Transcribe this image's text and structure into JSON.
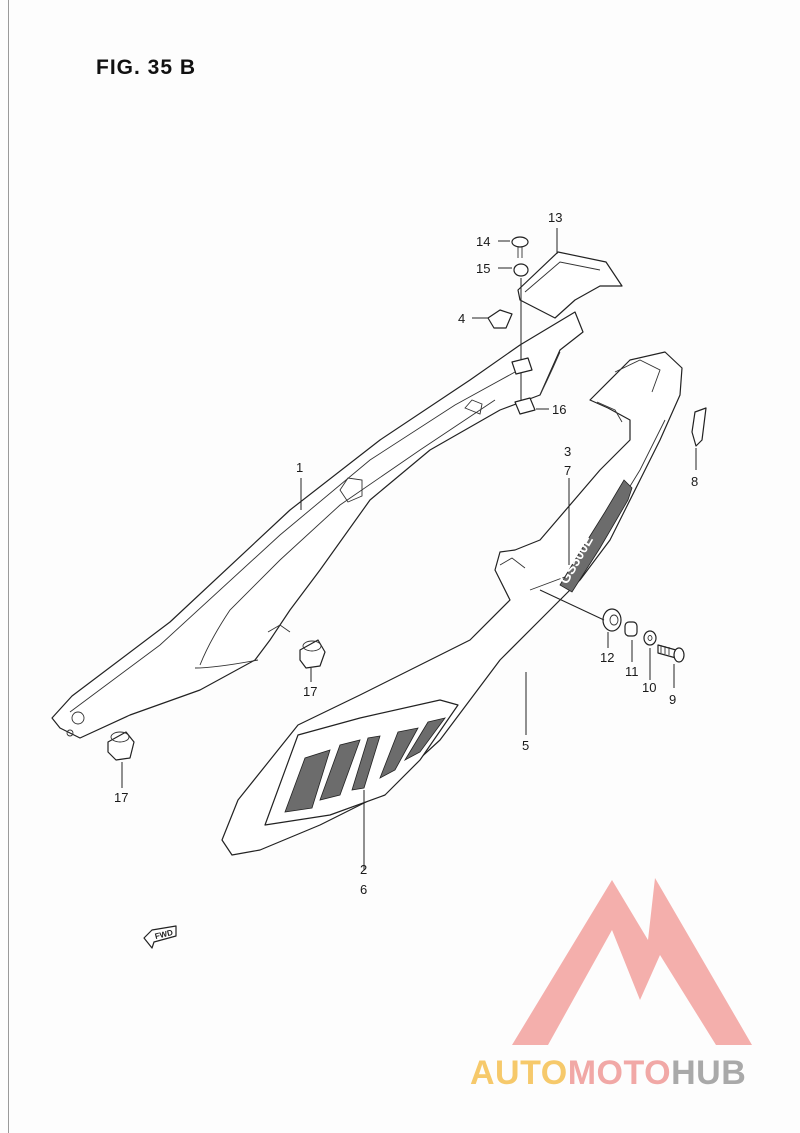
{
  "figure": {
    "title": "FIG. 35 B"
  },
  "callouts": [
    {
      "id": "c1",
      "label": "1"
    },
    {
      "id": "c2",
      "label": "2"
    },
    {
      "id": "c6",
      "label": "6"
    },
    {
      "id": "c3",
      "label": "3"
    },
    {
      "id": "c7",
      "label": "7"
    },
    {
      "id": "c4",
      "label": "4"
    },
    {
      "id": "c5",
      "label": "5"
    },
    {
      "id": "c8",
      "label": "8"
    },
    {
      "id": "c9",
      "label": "9"
    },
    {
      "id": "c10",
      "label": "10"
    },
    {
      "id": "c11",
      "label": "11"
    },
    {
      "id": "c12",
      "label": "12"
    },
    {
      "id": "c13",
      "label": "13"
    },
    {
      "id": "c14",
      "label": "14"
    },
    {
      "id": "c15",
      "label": "15"
    },
    {
      "id": "c16",
      "label": "16"
    },
    {
      "id": "c17a",
      "label": "17"
    },
    {
      "id": "c17b",
      "label": "17"
    }
  ],
  "emblem_text": "GS500E",
  "fwd_label": "FWD",
  "watermark": {
    "part1": "AUTO",
    "part2": "MOTO",
    "part3": "HUB"
  },
  "colors": {
    "line": "#222222",
    "watermark_red": "#f07b77",
    "watermark_gold": "#f6c96b",
    "watermark_gray": "#a9a9a9"
  }
}
